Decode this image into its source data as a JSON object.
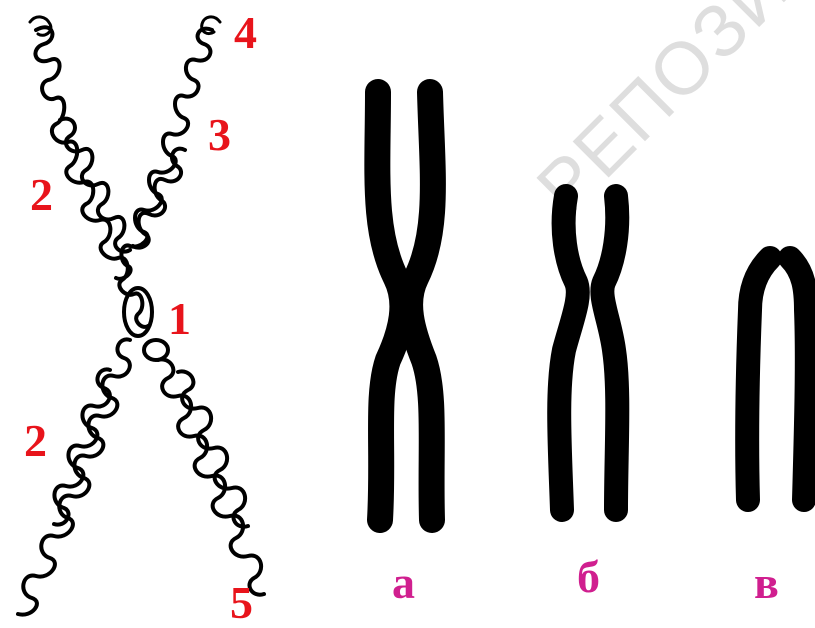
{
  "labels": {
    "n1": "1",
    "n2_upper": "2",
    "n2_lower": "2",
    "n3": "3",
    "n4": "4",
    "n5": "5"
  },
  "letters": {
    "a": "а",
    "b": "б",
    "v": "в"
  },
  "watermark": "РЕПОЗИ",
  "colors": {
    "number_labels": "#e8141b",
    "letter_labels": "#d01f8f",
    "chromosome": "#000000",
    "watermark": "#d6d6d6"
  }
}
